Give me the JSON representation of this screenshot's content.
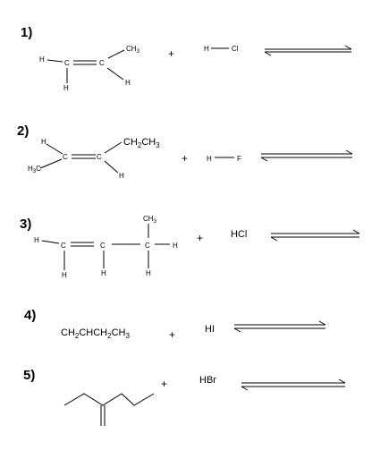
{
  "reactions": [
    {
      "number": "1)",
      "reactant_atoms": {
        "h_left": "H",
        "c1": "C",
        "c2": "C",
        "ch3": "CH",
        "ch3_sub": "3",
        "h_bottom_left": "H",
        "h_bottom_right": "H"
      },
      "plus": "+",
      "reagent": {
        "h": "H",
        "x": "Cl"
      }
    },
    {
      "number": "2)",
      "reactant_atoms": {
        "h_top": "H",
        "c1": "C",
        "c2": "C",
        "h3c_h": "H",
        "h3c_sub": "3",
        "h3c_c": "C",
        "ethyl": [
          "CH",
          "2",
          "CH",
          "3"
        ],
        "h_bottom": "H"
      },
      "plus": "+",
      "reagent": {
        "h": "H",
        "x": "F"
      }
    },
    {
      "number": "3)",
      "reactant_atoms": {
        "h_left": "H",
        "c1": "C",
        "c2": "C",
        "c3": "C",
        "ch3": "CH",
        "ch3_sub": "3",
        "h_right": "H",
        "h_c1": "H",
        "h_c2": "H",
        "h_c3": "H"
      },
      "plus": "+",
      "reagent": {
        "formula": "HCl"
      }
    },
    {
      "number": "4)",
      "reactant_formula": [
        "CH",
        "2",
        "CHCH",
        "2",
        "CH",
        "3"
      ],
      "plus": "+",
      "reagent": {
        "formula": "HI"
      }
    },
    {
      "number": "5)",
      "reactant": "skeletal",
      "plus": "+",
      "reagent": {
        "formula": "HBr"
      }
    }
  ]
}
